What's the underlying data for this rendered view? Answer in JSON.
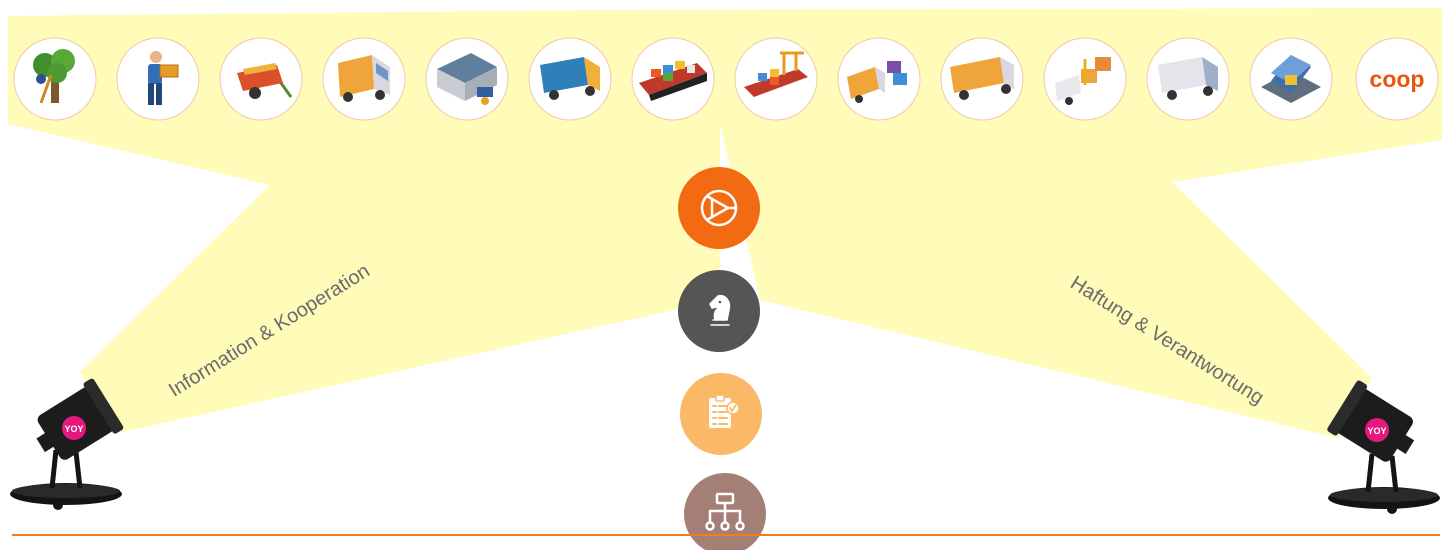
{
  "diagram": {
    "left_beam_label": "Information & Kooperation",
    "right_beam_label": "Haftung & Verantwortung",
    "spotlight_badge_text": "YOY",
    "supply_chain": [
      {
        "icon": "tree-harvest-icon"
      },
      {
        "icon": "worker-carrying-crate-icon"
      },
      {
        "icon": "trailer-icon"
      },
      {
        "icon": "van-icon"
      },
      {
        "icon": "warehouse-icon"
      },
      {
        "icon": "container-truck-icon"
      },
      {
        "icon": "container-ship-icon"
      },
      {
        "icon": "port-crane-ship-icon"
      },
      {
        "icon": "forklift-loading-icon"
      },
      {
        "icon": "semi-truck-icon"
      },
      {
        "icon": "distribution-forklift-icon"
      },
      {
        "icon": "delivery-truck-icon"
      },
      {
        "icon": "retail-store-icon"
      },
      {
        "icon": "coop-logo",
        "logo_text": "coop"
      }
    ],
    "center_icons": [
      {
        "icon": "network-play-icon",
        "color": "#f26a12"
      },
      {
        "icon": "chess-knight-icon",
        "color": "#555555"
      },
      {
        "icon": "checklist-icon",
        "color": "#fbb866"
      },
      {
        "icon": "hierarchy-icon",
        "color": "#a37f76"
      }
    ],
    "colors": {
      "beam": "#fffbb9",
      "circle_border": "#f2c9a9",
      "accent_line": "#ef7d22",
      "spotlight_badge": "#e5197d"
    }
  }
}
